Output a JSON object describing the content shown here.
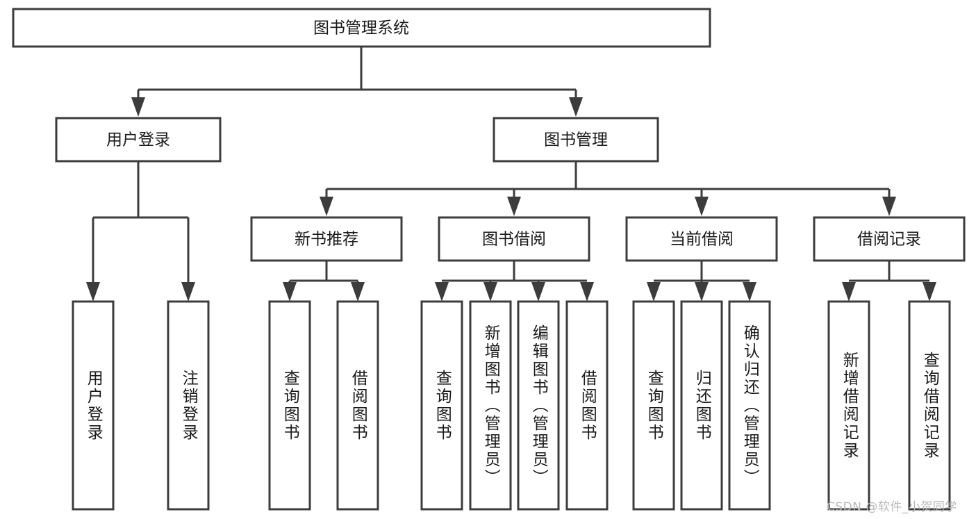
{
  "diagram": {
    "title": "图书管理系统",
    "type": "tree-hierarchy-diagram",
    "colors": {
      "stroke": "#3c3c3c",
      "box_fill": "#ffffff",
      "text": "#1a1a1a",
      "background": "#ffffff",
      "watermark": "#b8b8b8"
    },
    "root": {
      "label": "图书管理系统"
    },
    "level2": [
      {
        "label": "用户登录"
      },
      {
        "label": "图书管理"
      }
    ],
    "level3": [
      {
        "label": "新书推荐"
      },
      {
        "label": "图书借阅"
      },
      {
        "label": "当前借阅"
      },
      {
        "label": "借阅记录"
      }
    ],
    "leaves": {
      "user_login": [
        {
          "label": "用户登录"
        },
        {
          "label": "注销登录"
        }
      ],
      "new_book_recommend": [
        {
          "label": "查询图书"
        },
        {
          "label": "借阅图书"
        }
      ],
      "book_borrow": [
        {
          "label": "查询图书"
        },
        {
          "label": "新增图书（管理员）"
        },
        {
          "label": "编辑图书（管理员）"
        },
        {
          "label": "借阅图书"
        }
      ],
      "current_borrow": [
        {
          "label": "查询图书"
        },
        {
          "label": "归还图书"
        },
        {
          "label": "确认归还（管理员）"
        }
      ],
      "borrow_record": [
        {
          "label": "新增借阅记录"
        },
        {
          "label": "查询借阅记录"
        }
      ]
    },
    "watermark": "CSDN @软件_小贺同学"
  }
}
